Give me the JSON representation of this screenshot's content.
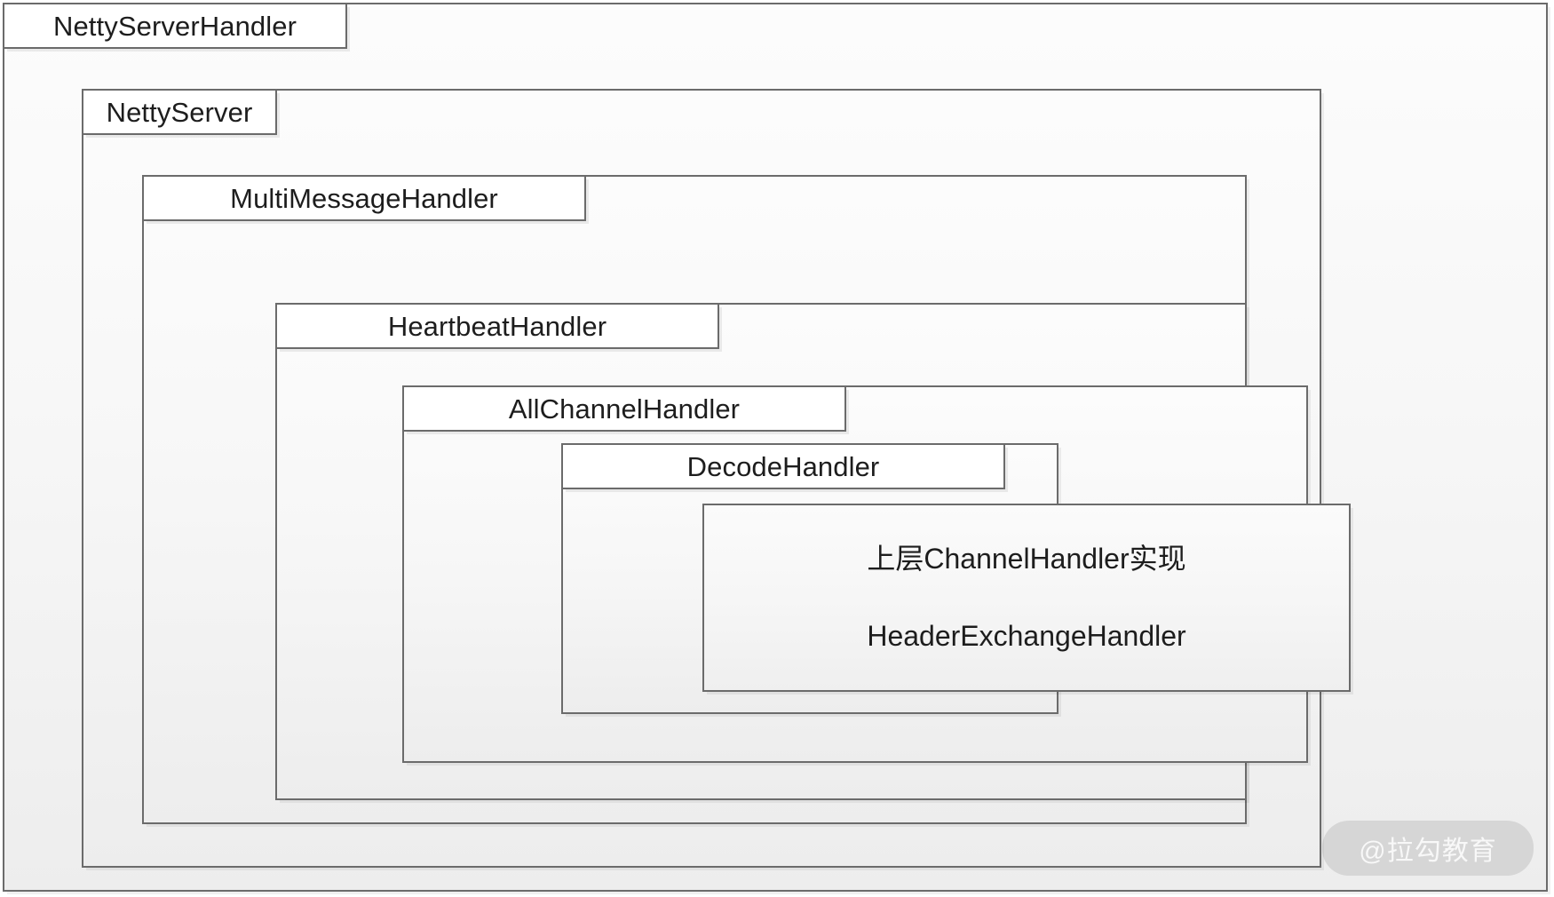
{
  "diagram": {
    "title": "NettyServerHandler",
    "type": "nested-handler-chain",
    "levels": [
      {
        "label": "NettyServerHandler"
      },
      {
        "label": "NettyServer"
      },
      {
        "label": "MultiMessageHandler"
      },
      {
        "label": "HeartbeatHandler"
      },
      {
        "label": "AllChannelHandler"
      },
      {
        "label": "DecodeHandler"
      }
    ],
    "inner_box": {
      "line1": "上层ChannelHandler实现",
      "line2": "HeaderExchangeHandler"
    },
    "watermark": "@拉勾教育",
    "colors": {
      "border": "#6b6b6b",
      "tab_background": "#ffffff",
      "frame_background": "#f5f5f5",
      "text": "#1d1d1d"
    }
  }
}
